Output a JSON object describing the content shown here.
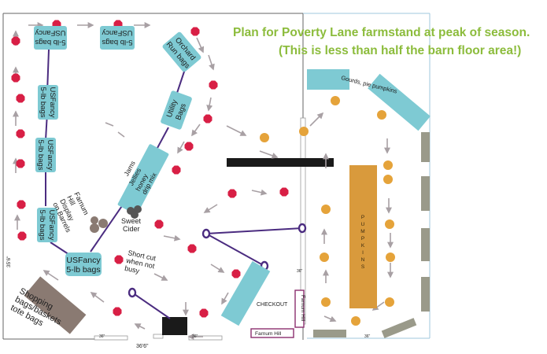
{
  "title_line1": "Plan for Poverty Lane farmstand at peak of season.",
  "title_line2": "(This is less than half the barn floor area!)",
  "bins": {
    "top_left": [
      "5-lb bags",
      "USFancy"
    ],
    "top_mid": [
      "5-lb bags",
      "USFancy"
    ],
    "orchard_run": [
      "Orchard",
      "Run bags"
    ],
    "utility": [
      "Utility",
      "Bags"
    ],
    "left_1": [
      "USFancy",
      "5-lb bags"
    ],
    "left_2": [
      "USFancy",
      "5-lb bags"
    ],
    "left_3": [
      "USFancy",
      "5-lb bags"
    ],
    "bottom_left": [
      "USFancy",
      "5-lb bags"
    ],
    "jams": [
      "Jams",
      "Jellies",
      "honey",
      "drip mix"
    ],
    "gourds": "Gourds, pie pumpkins",
    "checkout": "CHECKOUT",
    "pumpkins": "PUMPKINS"
  },
  "labels": {
    "farnum_display": [
      "Farnum",
      "Hill",
      "Display",
      "on Barrels"
    ],
    "sweet_cider": [
      "Sweet",
      "Cider"
    ],
    "short_cut": [
      "Short cut",
      "when not",
      "busy"
    ],
    "shopping": [
      "Shopping",
      "bags/baskets",
      "tote bags"
    ],
    "farnum_hill_h": "Farnum Hill",
    "farnum_hill_v": "Farnum Hill",
    "dim_left": "35'6\"",
    "dim_bottom": "36'6\"",
    "dim_small_1": "36\"",
    "dim_small_2": "36\"",
    "dim_small_3": "36\"",
    "dim_small_4": "36\""
  },
  "colors": {
    "title_green": "#8cbc3c",
    "bin_teal": "#7ecad3",
    "red_marker": "#d81f45",
    "orange_marker": "#e5a33a",
    "pumpkin_table": "#d99a3c",
    "rope_purple": "#4b2c80",
    "arrow_gray": "#a8a0a4",
    "shopping_brown": "#8a7a72",
    "farnum_box": "#8b2f6e",
    "wall_blue": "#9fc7dc"
  }
}
